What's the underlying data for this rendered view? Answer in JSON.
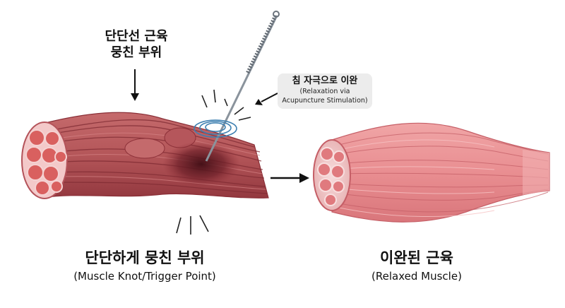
{
  "labels": {
    "knot_top_line1": "단단선 근육",
    "knot_top_line2": "뭉친 부위",
    "needle_callout_ko": "침 자극으로 이완",
    "needle_callout_en_line1": "(Relaxation via",
    "needle_callout_en_line2": "Acupuncture Stimulation)",
    "left_caption_ko": "단단하게 뭉친 부위",
    "left_caption_en": "(Muscle Knot/Trigger Point)",
    "right_caption_ko": "이완된 근육",
    "right_caption_en": "(Relaxed Muscle)"
  },
  "colors": {
    "tense_muscle": "#b85a5f",
    "tense_muscle_dark": "#7a2630",
    "knot_dark": "#5e1a22",
    "relaxed_muscle": "#e58a8f",
    "relaxed_muscle_light": "#f3b7b8",
    "fascicle": "#e27a7a",
    "fascicle_border": "#f5d2d2",
    "needle": "#9aa3ad",
    "ripple": "#3d7fb0",
    "callout_bg": "#ececec"
  }
}
